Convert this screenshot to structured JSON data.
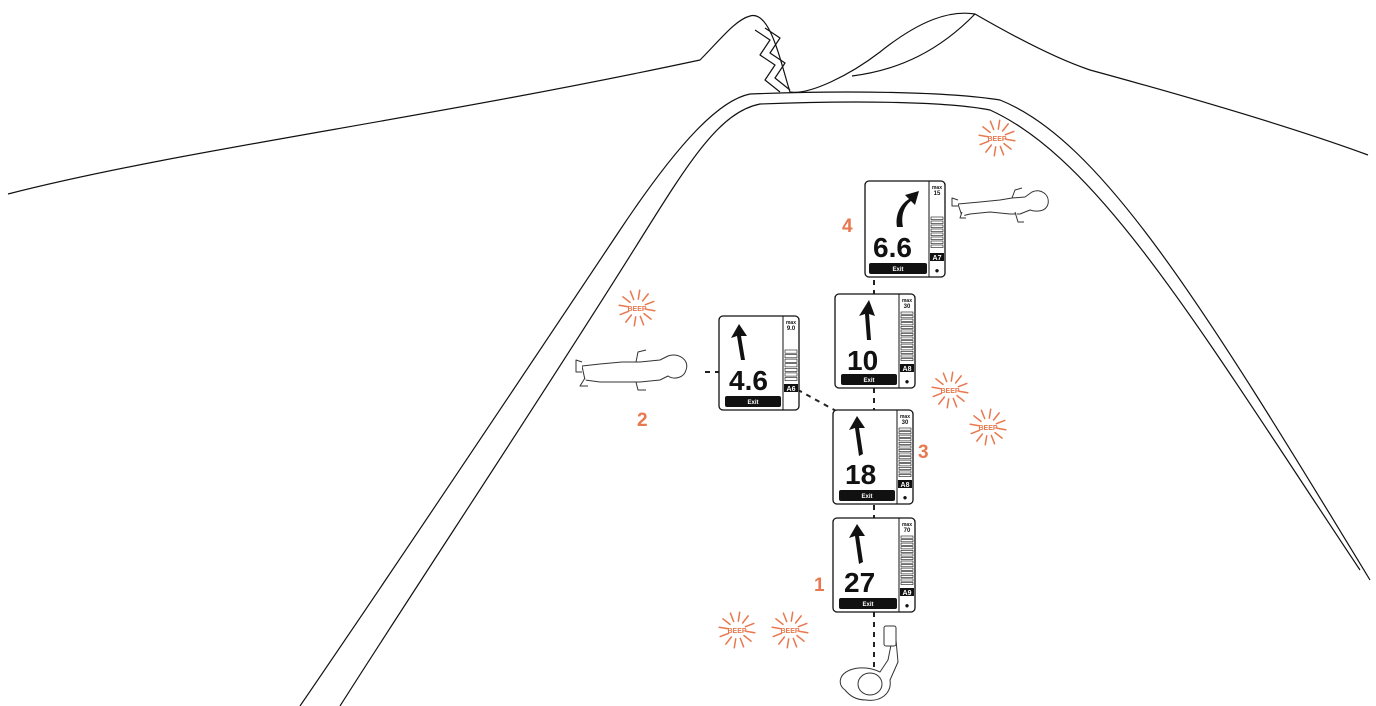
{
  "steps": [
    {
      "id": "1",
      "label": "1"
    },
    {
      "id": "2",
      "label": "2"
    },
    {
      "id": "3",
      "label": "3"
    },
    {
      "id": "4",
      "label": "4"
    }
  ],
  "beep_label": "BEEP",
  "devices": [
    {
      "id": "A9",
      "distance": "27",
      "max_label": "max",
      "max_value": "70",
      "exit_label": "Exit",
      "arrow": "up"
    },
    {
      "id": "A8-lower",
      "distance": "18",
      "max_label": "max",
      "max_value": "30",
      "exit_label": "Exit",
      "arrow": "up"
    },
    {
      "id": "A8-upper",
      "distance": "10",
      "max_label": "max",
      "max_value": "30",
      "exit_label": "Exit",
      "arrow": "up"
    },
    {
      "id": "A6",
      "distance": "4.6",
      "max_label": "max",
      "max_value": "9.0",
      "exit_label": "Exit",
      "arrow": "up"
    },
    {
      "id": "A7",
      "distance": "6.6",
      "max_label": "max",
      "max_value": "15",
      "exit_label": "Exit",
      "arrow": "up-right"
    }
  ],
  "device_tags": {
    "A9": "A9",
    "A8": "A8",
    "A6": "A6",
    "A7": "A7"
  },
  "colors": {
    "accent": "#e8784f",
    "ink": "#111111"
  }
}
